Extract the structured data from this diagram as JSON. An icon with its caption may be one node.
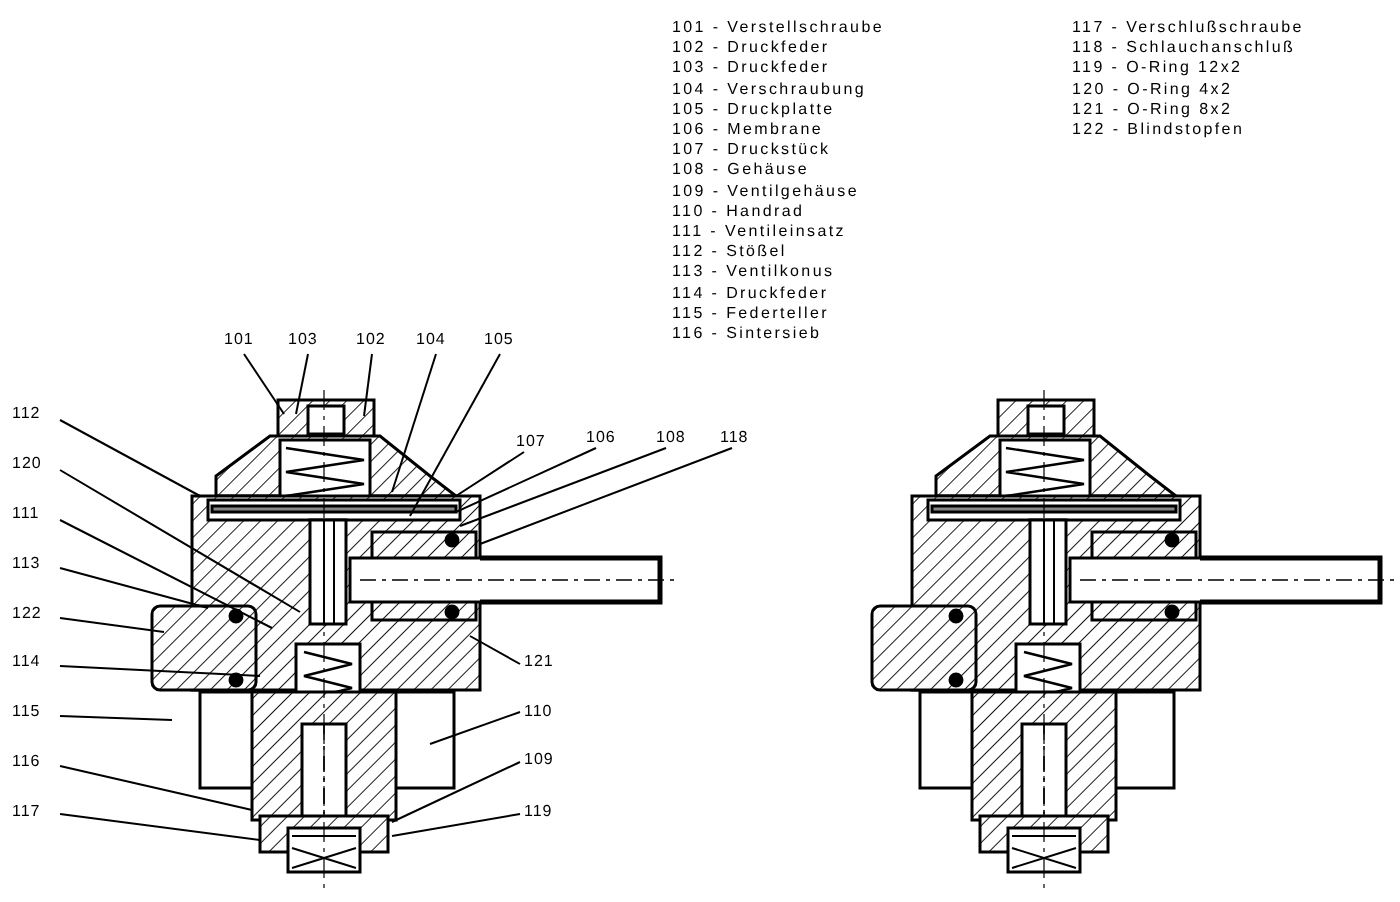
{
  "diagram": {
    "nodes": [
      {
        "text": [
          "101"
        ]
      },
      {
        "text": [
          "103"
        ]
      },
      {
        "text": [
          "102"
        ]
      },
      {
        "text": [
          "104"
        ]
      },
      {
        "text": [
          "105"
        ]
      },
      {
        "text": [
          "112"
        ]
      },
      {
        "text": [
          "107"
        ]
      },
      {
        "text": [
          "106"
        ]
      },
      {
        "text": [
          "108"
        ]
      },
      {
        "text": [
          "118"
        ]
      },
      {
        "text": [
          "120"
        ]
      },
      {
        "text": [
          "111"
        ]
      },
      {
        "text": [
          "113"
        ]
      },
      {
        "text": [
          "122"
        ]
      },
      {
        "text": [
          "114"
        ]
      },
      {
        "text": [
          "121"
        ]
      },
      {
        "text": [
          "115"
        ]
      },
      {
        "text": [
          "110"
        ]
      },
      {
        "text": [
          "116"
        ]
      },
      {
        "text": [
          "109"
        ]
      },
      {
        "text": [
          "117"
        ]
      },
      {
        "text": [
          "119"
        ]
      }
    ],
    "edges": [
      {
        "from": 0,
        "to": null,
        "arrow": "none"
      },
      {
        "from": 1,
        "to": null,
        "arrow": "none"
      },
      {
        "from": 2,
        "to": null,
        "arrow": "none"
      },
      {
        "from": 3,
        "to": null,
        "arrow": "none"
      },
      {
        "from": 4,
        "to": null,
        "arrow": "none"
      },
      {
        "from": 5,
        "to": null,
        "arrow": "none"
      },
      {
        "from": 6,
        "to": null,
        "arrow": "none"
      },
      {
        "from": 7,
        "to": null,
        "arrow": "none"
      },
      {
        "from": 8,
        "to": null,
        "arrow": "none"
      },
      {
        "from": 9,
        "to": null,
        "arrow": "none"
      },
      {
        "from": 10,
        "to": null,
        "arrow": "none"
      },
      {
        "from": 11,
        "to": null,
        "arrow": "none"
      },
      {
        "from": 12,
        "to": null,
        "arrow": "none"
      },
      {
        "from": 13,
        "to": null,
        "arrow": "none"
      },
      {
        "from": 14,
        "to": null,
        "arrow": "none"
      },
      {
        "from": 15,
        "to": null,
        "arrow": "none"
      },
      {
        "from": 16,
        "to": null,
        "arrow": "none"
      },
      {
        "from": 17,
        "to": null,
        "arrow": "none"
      },
      {
        "from": 18,
        "to": null,
        "arrow": "none"
      },
      {
        "from": 19,
        "to": null,
        "arrow": "none"
      },
      {
        "from": 20,
        "to": null,
        "arrow": "none"
      },
      {
        "from": 21,
        "to": null,
        "arrow": "none"
      }
    ],
    "labels": [
      "101 - Verstellschraube",
      "102 - Druckfeder",
      "103 - Druckfeder",
      "104 - Verschraubung",
      "105 - Druckplatte",
      "106 - Membrane",
      "107 - Druckstück",
      "108 - Gehäuse",
      "109 - Ventilgehäuse",
      "110 - Handrad",
      "111 - Ventileinsatz",
      "112 - Stößel",
      "113 - Ventilkonus",
      "114 - Druckfeder",
      "115 - Federteller",
      "116 - Sintersieb",
      "117 - Verschlußschraube",
      "118 - Schlauchanschluß",
      "119 - O-Ring 12x2",
      "120 - O-Ring 4x2",
      "121 - O-Ring 8x2",
      "122 - Blindstopfen"
    ]
  }
}
